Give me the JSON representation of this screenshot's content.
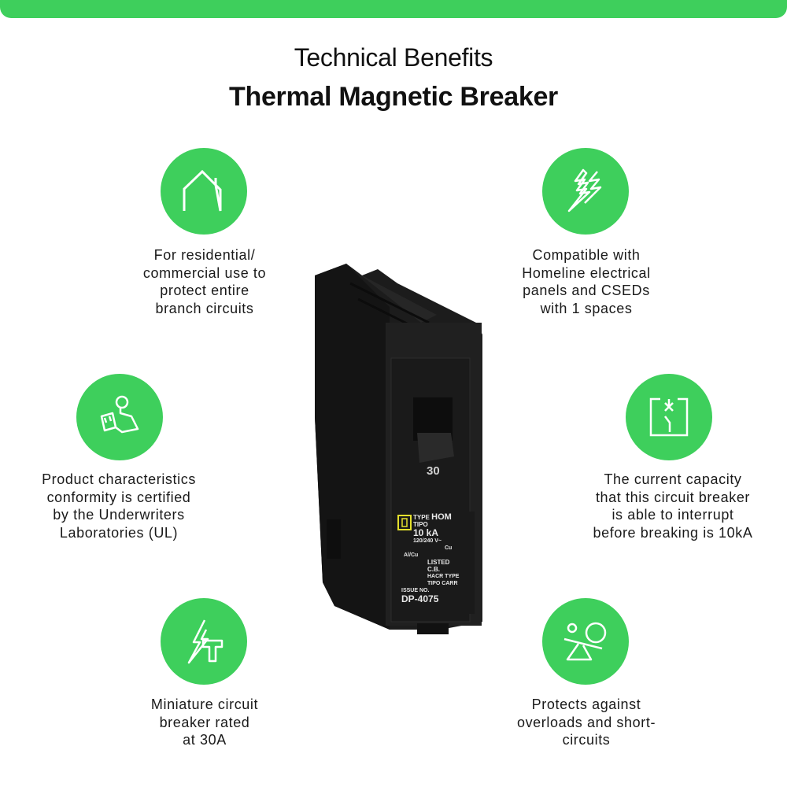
{
  "header": {
    "accent_color": "#3ecf5c",
    "title": "Technical Benefits",
    "subtitle": "Thermal Magnetic Breaker"
  },
  "benefits": [
    {
      "icon": "house-icon",
      "text": "For residential/\ncommercial use to\nprotect entire\nbranch circuits"
    },
    {
      "icon": "lightning-bolts-icon",
      "text": "Compatible with\nHomeline electrical\npanels and CSEDs\nwith 1 spaces"
    },
    {
      "icon": "certified-person-document-icon",
      "text": "Product characteristics\nconformity is certified\nby the Underwriters\nLaboratories (UL)"
    },
    {
      "icon": "circuit-switch-icon",
      "text": "The current capacity\nthat this circuit breaker\nis able to interrupt\nbefore breaking is 10kA"
    },
    {
      "icon": "lightning-ground-icon",
      "text": "Miniature circuit\nbreaker rated\nat 30A"
    },
    {
      "icon": "seesaw-balance-icon",
      "text": "Protects against\noverloads and short-\ncircuits"
    }
  ],
  "product": {
    "handle_rating": "30",
    "label": {
      "type_line": "TYPE",
      "tipo_line": "TIPO",
      "model": "HOM",
      "interrupt": "10 kA",
      "voltage": "120/240 V~",
      "conductor_cu": "Cu",
      "conductor_alcu": "Al/Cu",
      "listed": "LISTED",
      "cb": "C.B.",
      "hacr": "HACR TYPE",
      "tipo_carr": "TIPO CARR",
      "issue": "ISSUE NO.",
      "part_no": "DP-4075"
    }
  }
}
